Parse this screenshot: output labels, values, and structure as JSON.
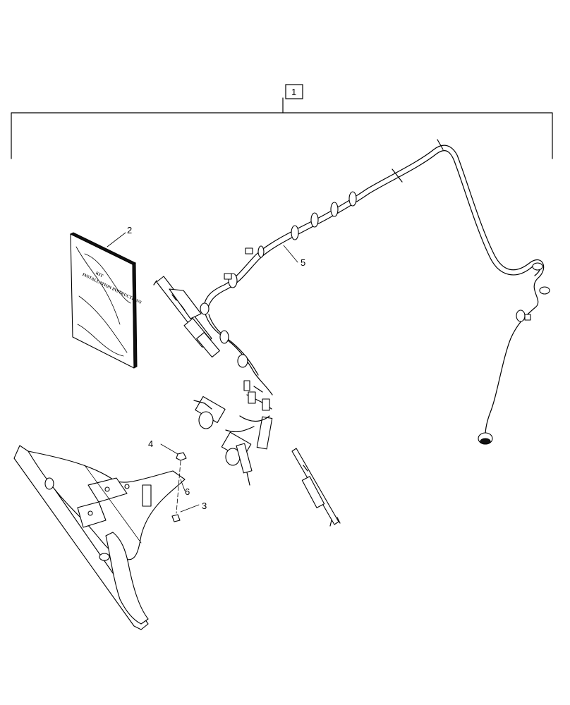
{
  "callouts": {
    "c1": "1",
    "c2": "2",
    "c3": "3",
    "c4": "4",
    "c5": "5",
    "c6": "6"
  },
  "booklet": {
    "line1": "KIT",
    "line2": "INSTALLATION INSTRUCTIONS"
  },
  "colors": {
    "line": "#000000",
    "background": "#ffffff"
  }
}
